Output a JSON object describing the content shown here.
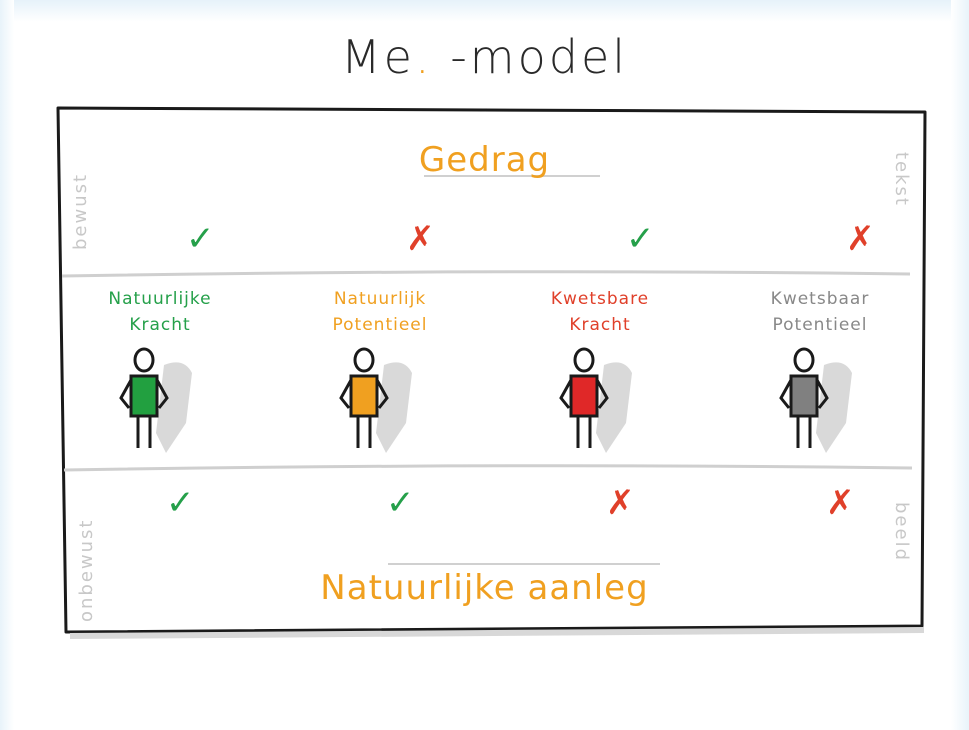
{
  "title": {
    "main": "Me",
    "dot": ".",
    "rest": " -model"
  },
  "top_label": "Gedrag",
  "bottom_label": "Natuurlijke aanleg",
  "side_labels": {
    "left_top": "bewust",
    "right_top": "tekst",
    "left_bottom": "onbewust",
    "right_bottom": "beeld"
  },
  "columns": [
    {
      "label_line1": "Natuurlijke",
      "label_line2": "Kracht",
      "label_color": "#25a04a",
      "body_color": "#22a040",
      "gedrag_mark": "✓",
      "aanleg_mark": "✓"
    },
    {
      "label_line1": "Natuurlijk",
      "label_line2": "Potentieel",
      "label_color": "#f0a020",
      "body_color": "#f0a020",
      "gedrag_mark": "✗",
      "aanleg_mark": "✓"
    },
    {
      "label_line1": "Kwetsbare",
      "label_line2": "Kracht",
      "label_color": "#e0402a",
      "body_color": "#e02828",
      "gedrag_mark": "✓",
      "aanleg_mark": "✗"
    },
    {
      "label_line1": "Kwetsbaar",
      "label_line2": "Potentieel",
      "label_color": "#888888",
      "body_color": "#808080",
      "gedrag_mark": "✗",
      "aanleg_mark": "✗"
    }
  ]
}
